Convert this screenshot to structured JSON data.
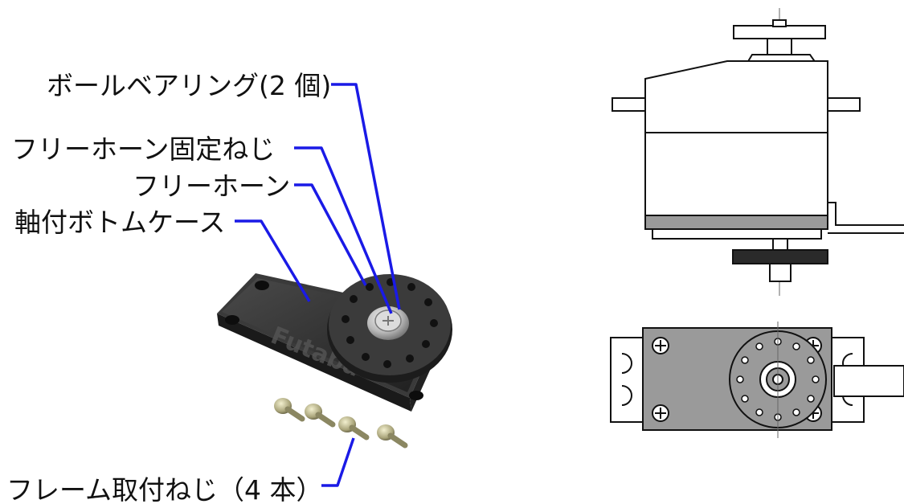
{
  "labels": {
    "ball_bearing": "ボールベアリング(2 個)",
    "free_horn_screw": "フリーホーン固定ねじ",
    "free_horn": "フリーホーン",
    "bottom_case": "軸付ボトムケース",
    "frame_screws": "フレーム取付ねじ（4 本）"
  },
  "photo_case_marking": "Futaba",
  "colors": {
    "leader_line": "#1a1ae6",
    "part_dark": "#2b2b2b",
    "drawing_line": "#111111",
    "drawing_gray": "#9a9a9a"
  }
}
